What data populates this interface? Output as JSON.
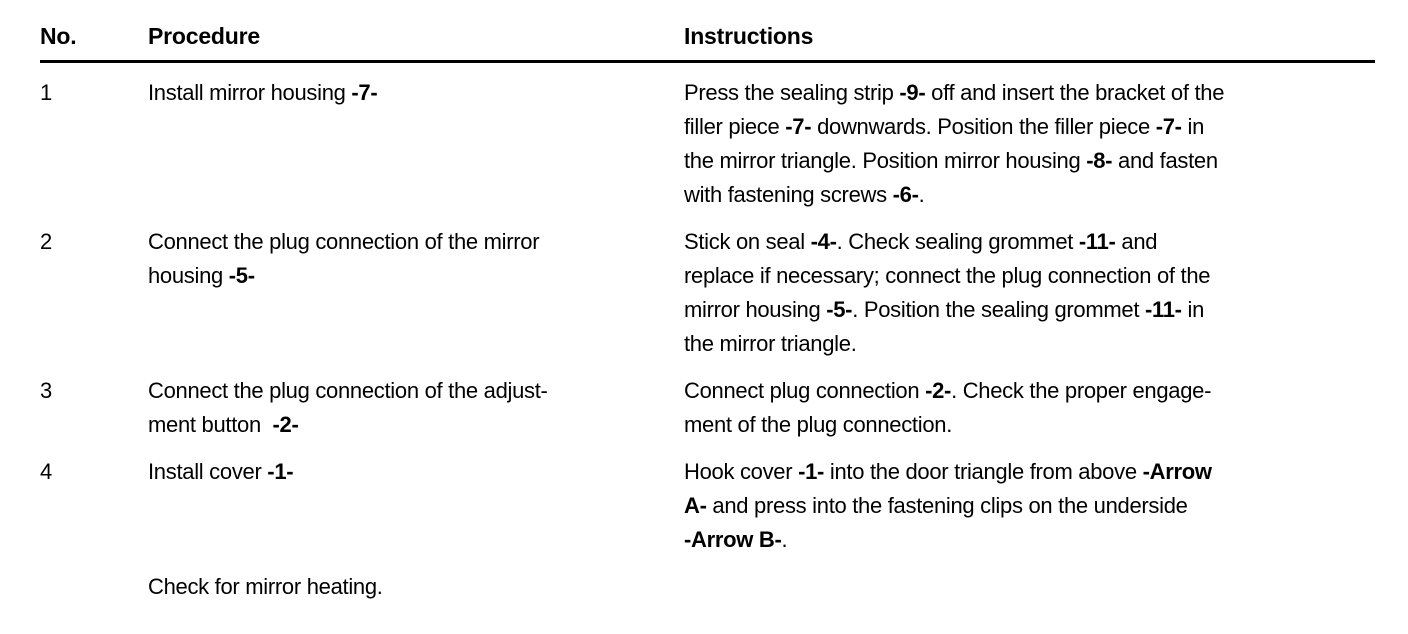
{
  "colors": {
    "background": "#ffffff",
    "text": "#000000",
    "header_rule": "#000000"
  },
  "table": {
    "columns": {
      "no": "No.",
      "procedure": "Procedure",
      "instructions": "Instructions"
    },
    "rows": [
      {
        "no": "1",
        "procedure_lines": [
          "Install mirror housing **-7-**"
        ],
        "instruction_lines": [
          "Press the sealing strip **-9-** off and insert the bracket of the",
          "filler piece **-7-** downwards. Position the filler piece **-7-** in",
          "the mirror triangle. Position mirror housing **-8-** and fasten",
          "with fastening screws **-6-**."
        ]
      },
      {
        "no": "2",
        "procedure_lines": [
          "Connect the plug connection of the mirror",
          "housing **-5-**"
        ],
        "instruction_lines": [
          "Stick on seal **-4-**. Check sealing grommet **-11-** and",
          "replace if necessary; connect the plug connection of the",
          "mirror housing **-5-**. Position the sealing grommet **-11-** in",
          "the mirror triangle."
        ]
      },
      {
        "no": "3",
        "procedure_lines": [
          "Connect the plug connection of the adjust-",
          "ment button  **-2-**"
        ],
        "instruction_lines": [
          "Connect plug connection **-2-**. Check the proper engage-",
          "ment of the plug connection."
        ]
      },
      {
        "no": "4",
        "procedure_lines": [
          "Install cover **-1-**"
        ],
        "instruction_lines": [
          "Hook cover **-1-** into the door triangle from above **-Arrow**",
          "**A-** and press into the fastening clips on the underside",
          "**-Arrow B-**."
        ]
      },
      {
        "no": "",
        "procedure_lines": [
          "Check for mirror heating."
        ],
        "instruction_lines": []
      }
    ]
  }
}
